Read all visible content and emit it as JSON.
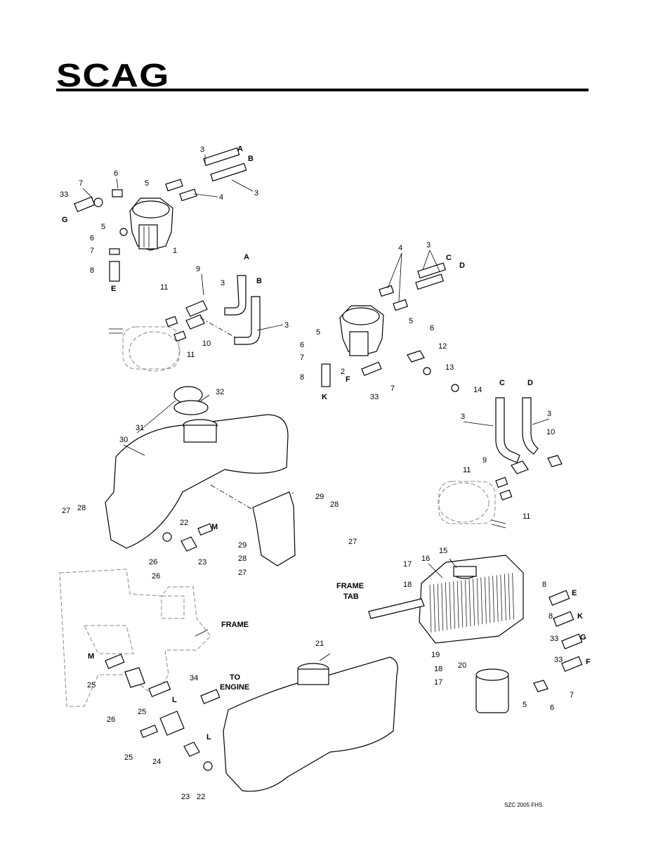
{
  "header": {
    "brand": "SCAG"
  },
  "figure_code": "SZC 2005 FHS",
  "text_labels": {
    "frame": "FRAME",
    "frame_tab_1": "FRAME",
    "frame_tab_2": "TAB",
    "to_engine_1": "TO",
    "to_engine_2": "ENGINE"
  },
  "callouts": [
    "3",
    "A",
    "B",
    "3",
    "6",
    "5",
    "7",
    "33",
    "4",
    "G",
    "5",
    "6",
    "1",
    "7",
    "8",
    "E",
    "A",
    "9",
    "3",
    "B",
    "11",
    "3",
    "10",
    "11",
    "4",
    "3",
    "C",
    "D",
    "5",
    "6",
    "5",
    "12",
    "6",
    "7",
    "13",
    "8",
    "2",
    "F",
    "7",
    "33",
    "14",
    "K",
    "C",
    "D",
    "3",
    "3",
    "10",
    "9",
    "11",
    "11",
    "32",
    "31",
    "30",
    "29",
    "28",
    "27",
    "28",
    "27",
    "22",
    "M",
    "23",
    "29",
    "28",
    "27",
    "26",
    "26",
    "17",
    "15",
    "16",
    "18",
    "8",
    "E",
    "8",
    "K",
    "33",
    "G",
    "33",
    "F",
    "19",
    "18",
    "20",
    "17",
    "5",
    "6",
    "7",
    "21",
    "M",
    "25",
    "34",
    "26",
    "25",
    "L",
    "25",
    "24",
    "L",
    "23",
    "22"
  ]
}
